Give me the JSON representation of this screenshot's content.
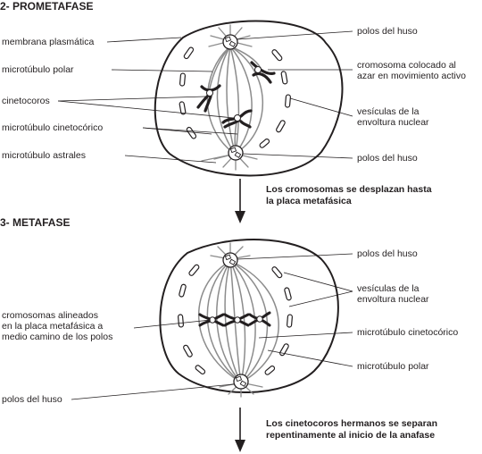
{
  "prometaphase": {
    "heading": "2- PROMETAFASE",
    "labels": {
      "plasma_membrane": "membrana plasmática",
      "polar_microtubule": "microtúbulo polar",
      "kinetochores": "cinetocoros",
      "kinetochore_microtubule": "microtúbulo cinetocórico",
      "astral_microtubules": "microtúbulo astrales",
      "spindle_poles_top": "polos del huso",
      "chromosome_line1": "cromosoma colocado al",
      "chromosome_line2": "azar en movimiento activo",
      "vesicles_line1": "vesículas de la",
      "vesicles_line2": "envoltura nuclear",
      "spindle_poles_bottom": "polos del huso"
    },
    "transition_note_line1": "Los cromosomas se desplazan hasta",
    "transition_note_line2": "la placa metafásica"
  },
  "metaphase": {
    "heading": "3- METAFASE",
    "labels": {
      "aligned_line1": "cromosomas alineados",
      "aligned_line2": "en la placa metafásica a",
      "aligned_line3": "medio camino de los polos",
      "spindle_poles_left": "polos del huso",
      "spindle_poles_top": "polos del huso",
      "vesicles_line1": "vesículas de la",
      "vesicles_line2": "envoltura nuclear",
      "kinetochore_microtubule": "microtúbulo cinetocórico",
      "polar_microtubule": "microtúbulo polar"
    },
    "transition_note_line1": "Los cinetocoros hermanos se separan",
    "transition_note_line2": "repentinamente al inicio de la anafase"
  }
}
